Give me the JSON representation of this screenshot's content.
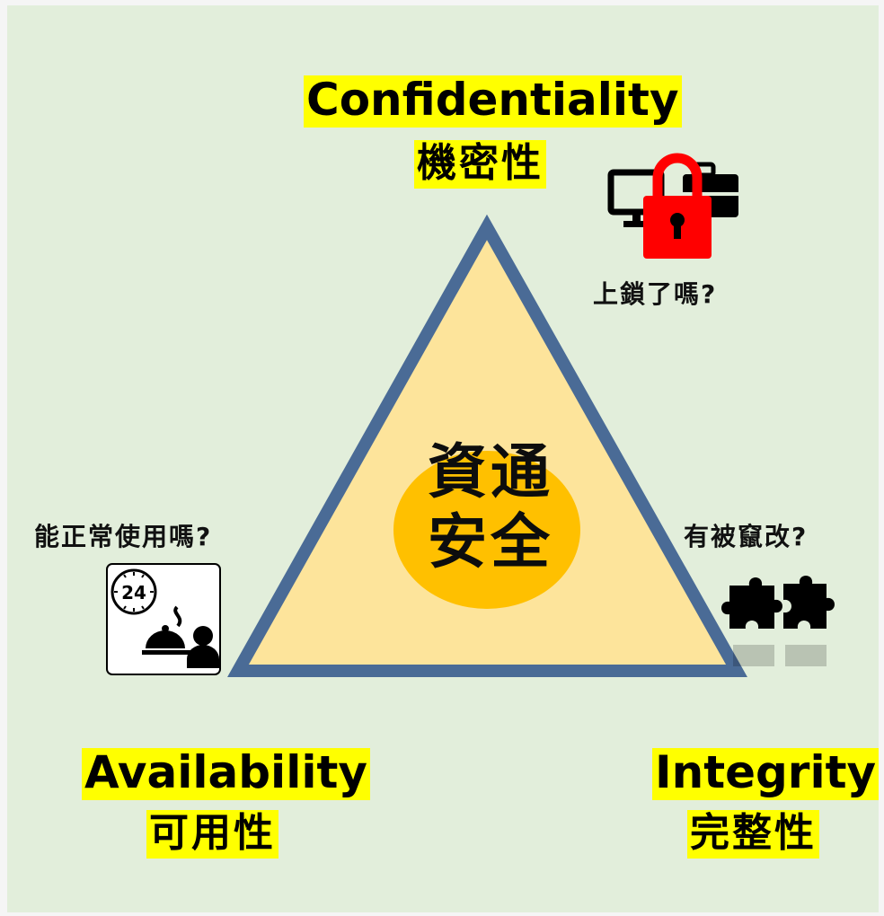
{
  "center": {
    "line1": "資通",
    "line2": "安全"
  },
  "confidentiality": {
    "en": "Confidentiality",
    "zh": "機密性",
    "question": "上鎖了嗎?"
  },
  "availability": {
    "en": "Availability",
    "zh": "可用性",
    "question": "能正常使用嗎?"
  },
  "integrity": {
    "en": "Integrity",
    "zh": "完整性",
    "question": "有被竄改?"
  },
  "clock": {
    "label": "24"
  },
  "colors": {
    "background": "#e2eedb",
    "triangle_fill": "#fde49b",
    "triangle_stroke": "#4a6b96",
    "circle": "#ffc000",
    "highlight": "#ffff00",
    "lock": "#ff0000"
  }
}
